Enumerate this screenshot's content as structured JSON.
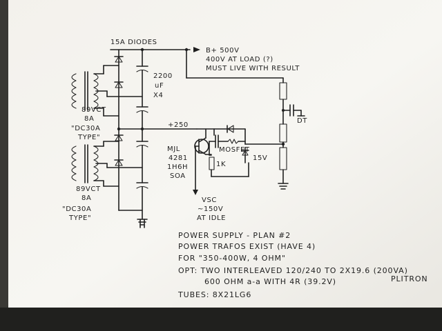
{
  "labels": {
    "diodes": "15A DIODES",
    "b_plus": "B+ 500V",
    "load_note": "400V AT LOAD (?)",
    "must_live": "MUST LIVE WITH RESULT",
    "cap_value": "2200",
    "cap_unit": "uF",
    "cap_count": "X4",
    "trafo1_volts": "89VCT",
    "trafo1_amps": "8A",
    "trafo1_type_a": "\"DC30A",
    "trafo1_type_b": "TYPE\"",
    "trafo2_volts": "89VCT",
    "trafo2_amps": "8A",
    "trafo2_type_a": "\"DC30A",
    "trafo2_type_b": "TYPE\"",
    "mid_rail": "+250",
    "bjt_1": "MJL",
    "bjt_2": "4281",
    "bjt_3": "1H6H",
    "bjt_4": "SOA",
    "mosfet": "MOSFET",
    "zener": "15V",
    "resistor": "1K",
    "vsc": "VSC",
    "vsc_1": "~150V",
    "vsc_2": "AT IDLE",
    "tube_plate": "DT"
  },
  "notes": {
    "line1": "POWER SUPPLY - PLAN #2",
    "line2": "POWER TRAFOS EXIST (HAVE 4)",
    "line3": "FOR \"350-400W, 4 OHM\"",
    "line4a": "OPT: TWO INTERLEAVED 120/240 TO 2X19.6 (200VA)",
    "line4b": "PLITRON",
    "line5": "600 OHM a-a WITH 4R (39.2V)",
    "line6": "TUBES: 8X21LG6"
  }
}
